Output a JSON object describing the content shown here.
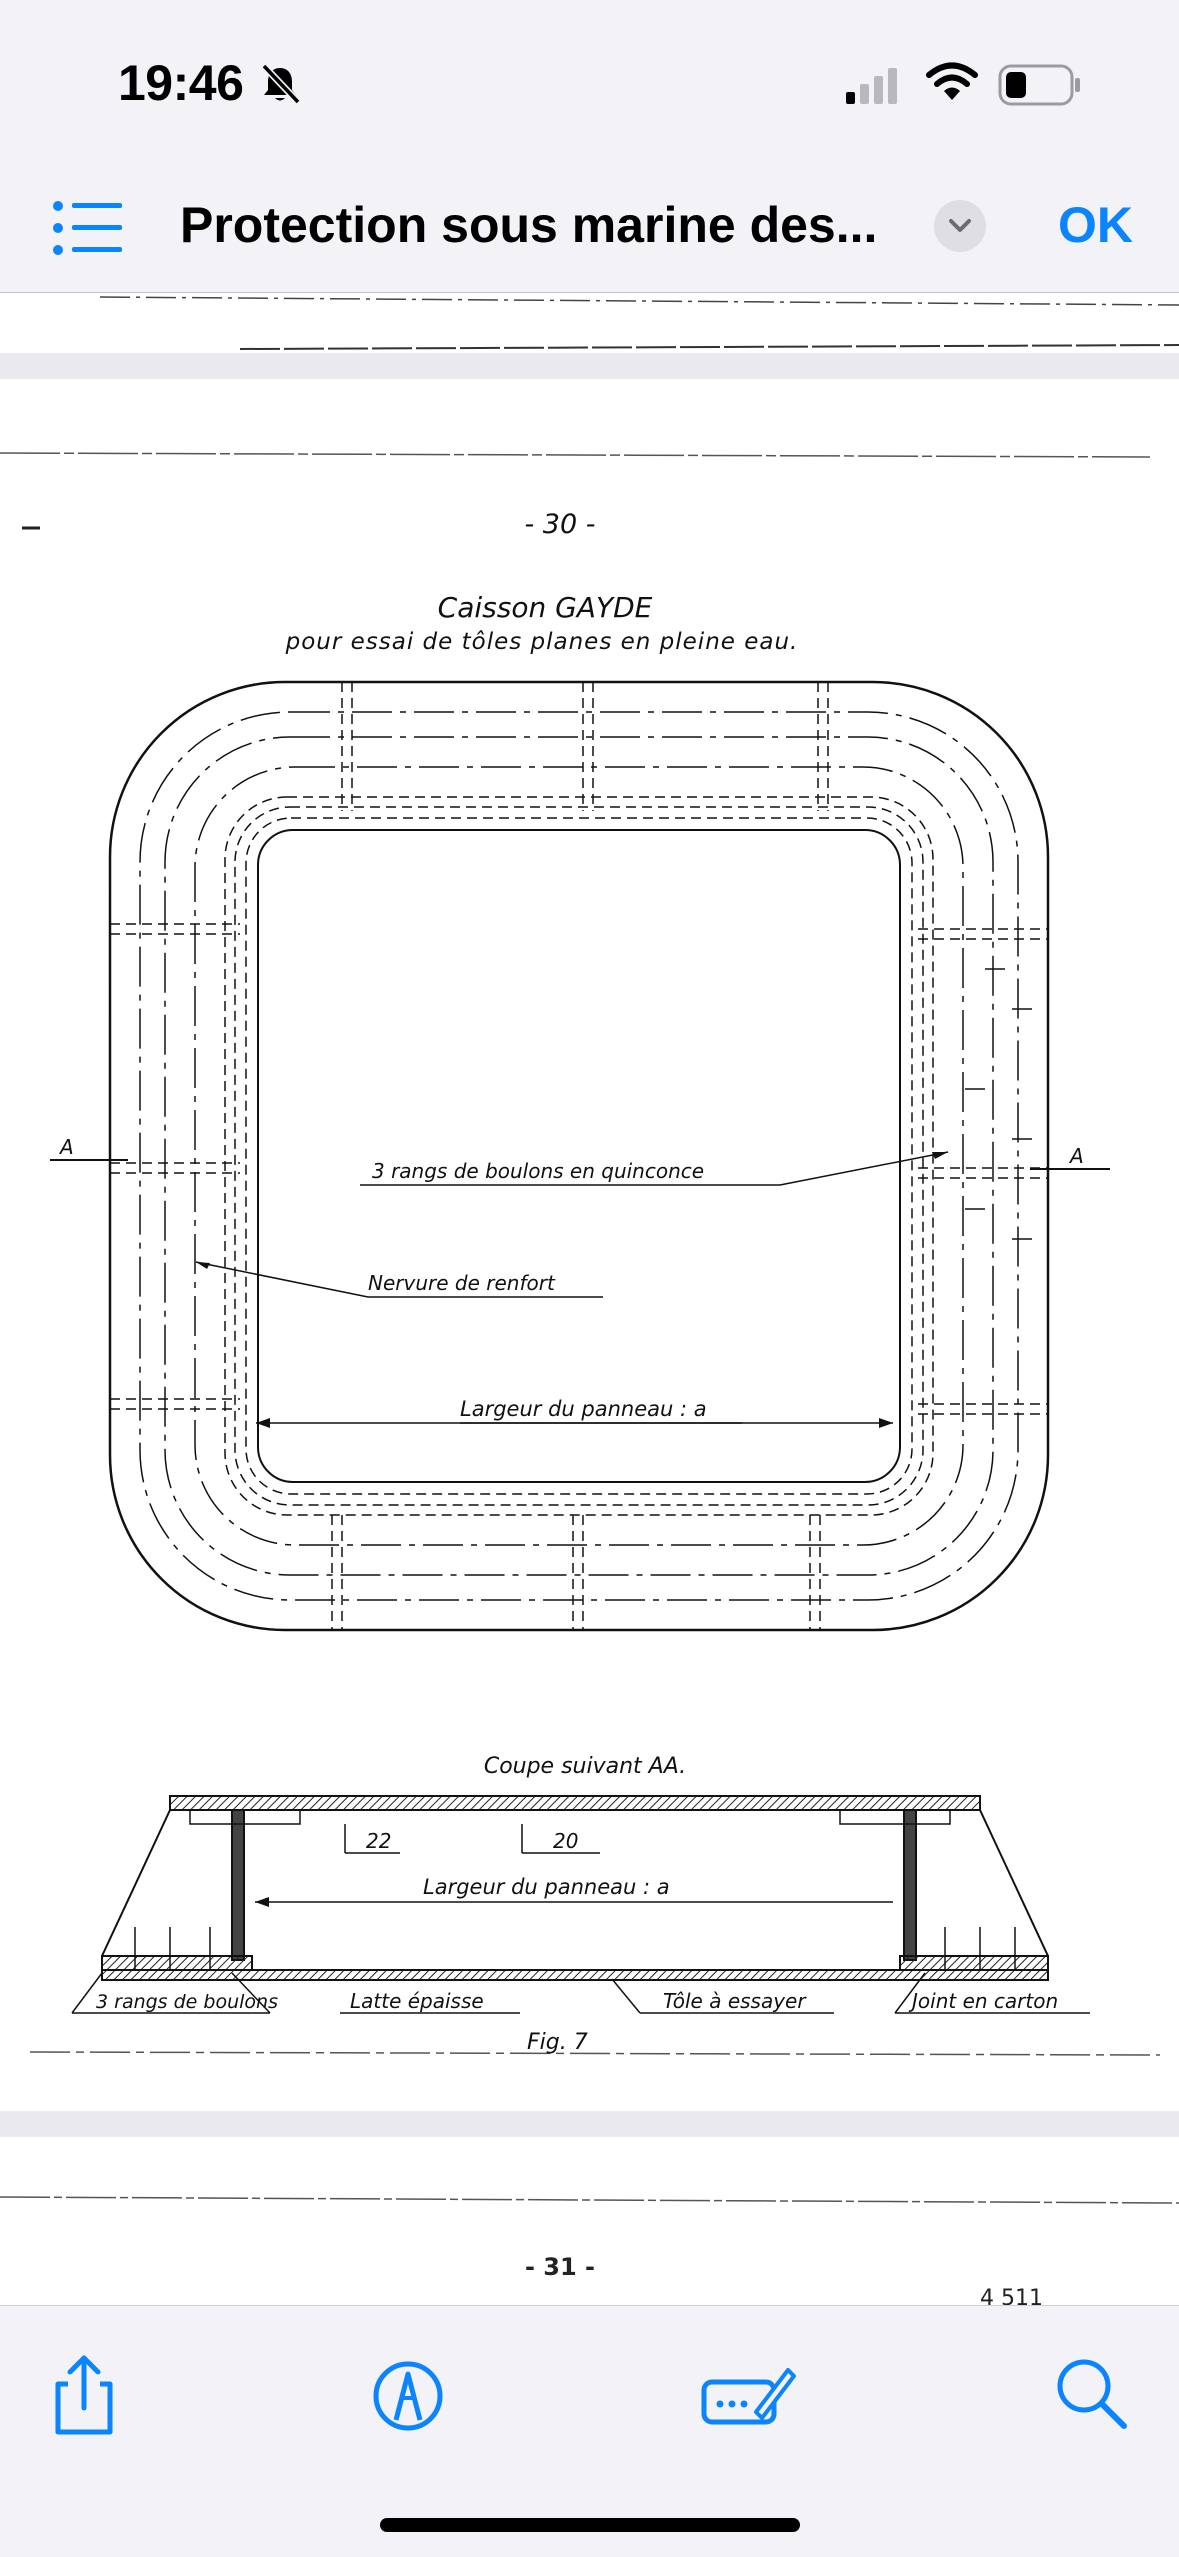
{
  "status_bar": {
    "time": "19:46"
  },
  "nav": {
    "title": "Protection sous marine des...",
    "done_label": "OK"
  },
  "document": {
    "page_number": "- 30 -",
    "title": "Caisson GAYDE",
    "subtitle": "pour essai de tôles planes en pleine eau.",
    "labels": {
      "section_mark_left": "A",
      "section_mark_right": "A",
      "bolts_label": "3 rangs de boulons en quinconce",
      "rib_label": "Nervure de renfort",
      "panel_width_top": "Largeur du panneau : a",
      "section_title": "Coupe suivant AA.",
      "dim_22": "22",
      "dim_20": "20",
      "panel_width_section": "Largeur du panneau : a",
      "bolts_section_label": "3 rangs de boulons",
      "lath_label": "Latte épaisse",
      "sheet_label": "Tôle à essayer",
      "joint_label": "Joint en carton"
    },
    "figure_caption": "Fig. 7",
    "next_page_number": "- 31 -",
    "next_page_corner": "4 511"
  },
  "toolbar": {
    "share": "share-icon",
    "markup": "markup-icon",
    "signature": "signature-icon",
    "search": "search-icon"
  },
  "colors": {
    "accent": "#0a84ff",
    "background": "#f2f2f7"
  }
}
